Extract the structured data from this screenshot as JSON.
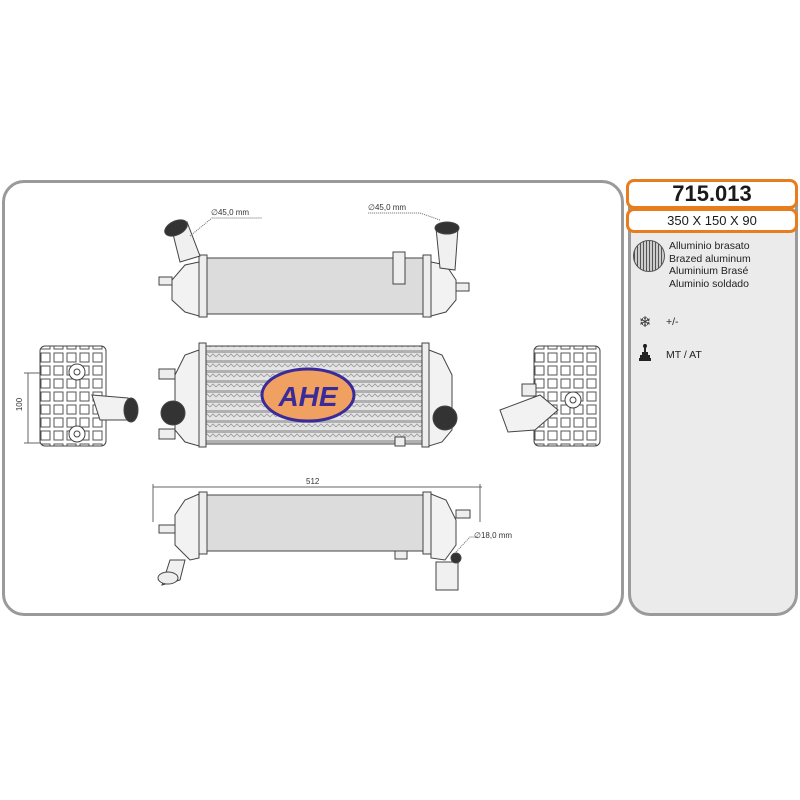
{
  "product": {
    "code": "715.013",
    "dimensions": "350 X 150 X 90",
    "brand_logo": "AHE",
    "colors": {
      "accent": "#e87d1e",
      "panel_border": "#9a9a9a",
      "panel_fill": "#ebebeb",
      "logo_text": "#3a2a9a",
      "logo_fill": "#f0a060"
    }
  },
  "material": {
    "icon": "brazed-core-icon",
    "lines": [
      "Alluminio brasato",
      "Brazed aluminum",
      "Aluminium Brasé",
      "Aluminio soldado"
    ]
  },
  "specs": [
    {
      "icon": "snowflake-icon",
      "label": "+/-"
    },
    {
      "icon": "gear-shift-icon",
      "label": "MT / AT"
    }
  ],
  "drawing": {
    "inlet_diameter_left": "∅45,0 mm",
    "inlet_diameter_right": "∅45,0 mm",
    "sensor_diameter": "∅18,0 mm",
    "height_dim": "100",
    "length_dim": "512"
  }
}
